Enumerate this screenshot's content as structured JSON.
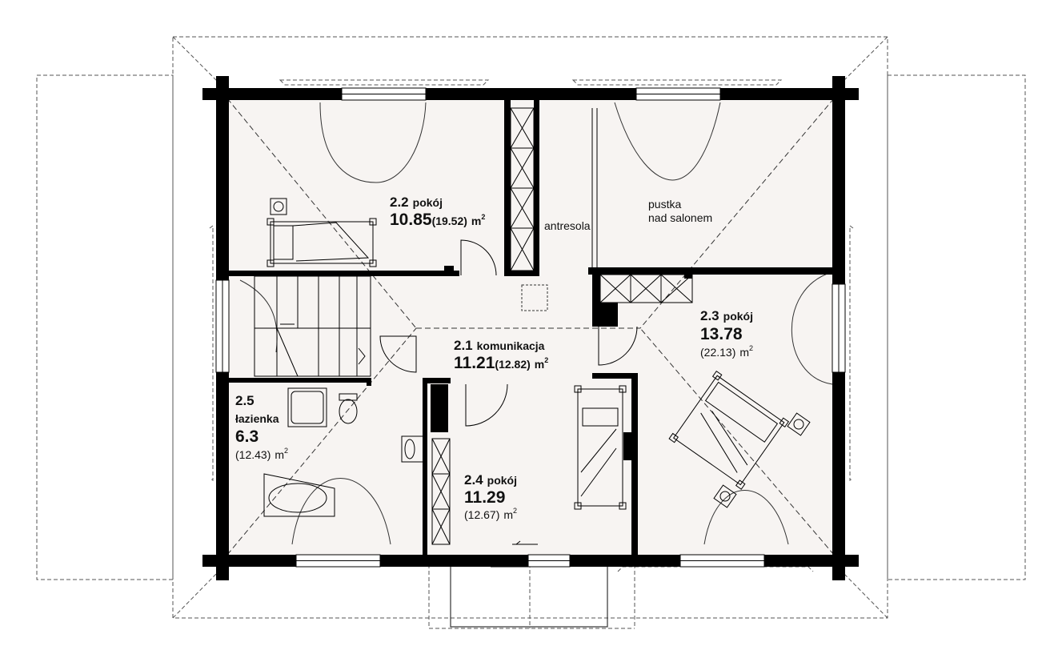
{
  "colors": {
    "wall": "#000000",
    "floor": "#f7f4f2",
    "line": "#222222",
    "outline": "#555555"
  },
  "rooms": {
    "r22": {
      "number": "2.2",
      "name": "pokój",
      "area": "10.85",
      "area_total": "(19.52)",
      "unit": "m",
      "sup": "2"
    },
    "antresola": {
      "name": "antresola"
    },
    "void": {
      "line1": "pustka",
      "line2": "nad salonem"
    },
    "r21": {
      "number": "2.1",
      "name": "komunikacja",
      "area": "11.21",
      "area_total": "(12.82)",
      "unit": "m",
      "sup": "2"
    },
    "r23": {
      "number": "2.3",
      "name": "pokój",
      "area": "13.78",
      "area_total": "(22.13)",
      "unit": "m",
      "sup": "2"
    },
    "r25": {
      "number": "2.5",
      "name": "łazienka",
      "area": "6.3",
      "area_total": "(12.43)",
      "unit": "m",
      "sup": "2"
    },
    "r24": {
      "number": "2.4",
      "name": "pokój",
      "area": "11.29",
      "area_total": "(12.67)",
      "unit": "m",
      "sup": "2"
    }
  }
}
